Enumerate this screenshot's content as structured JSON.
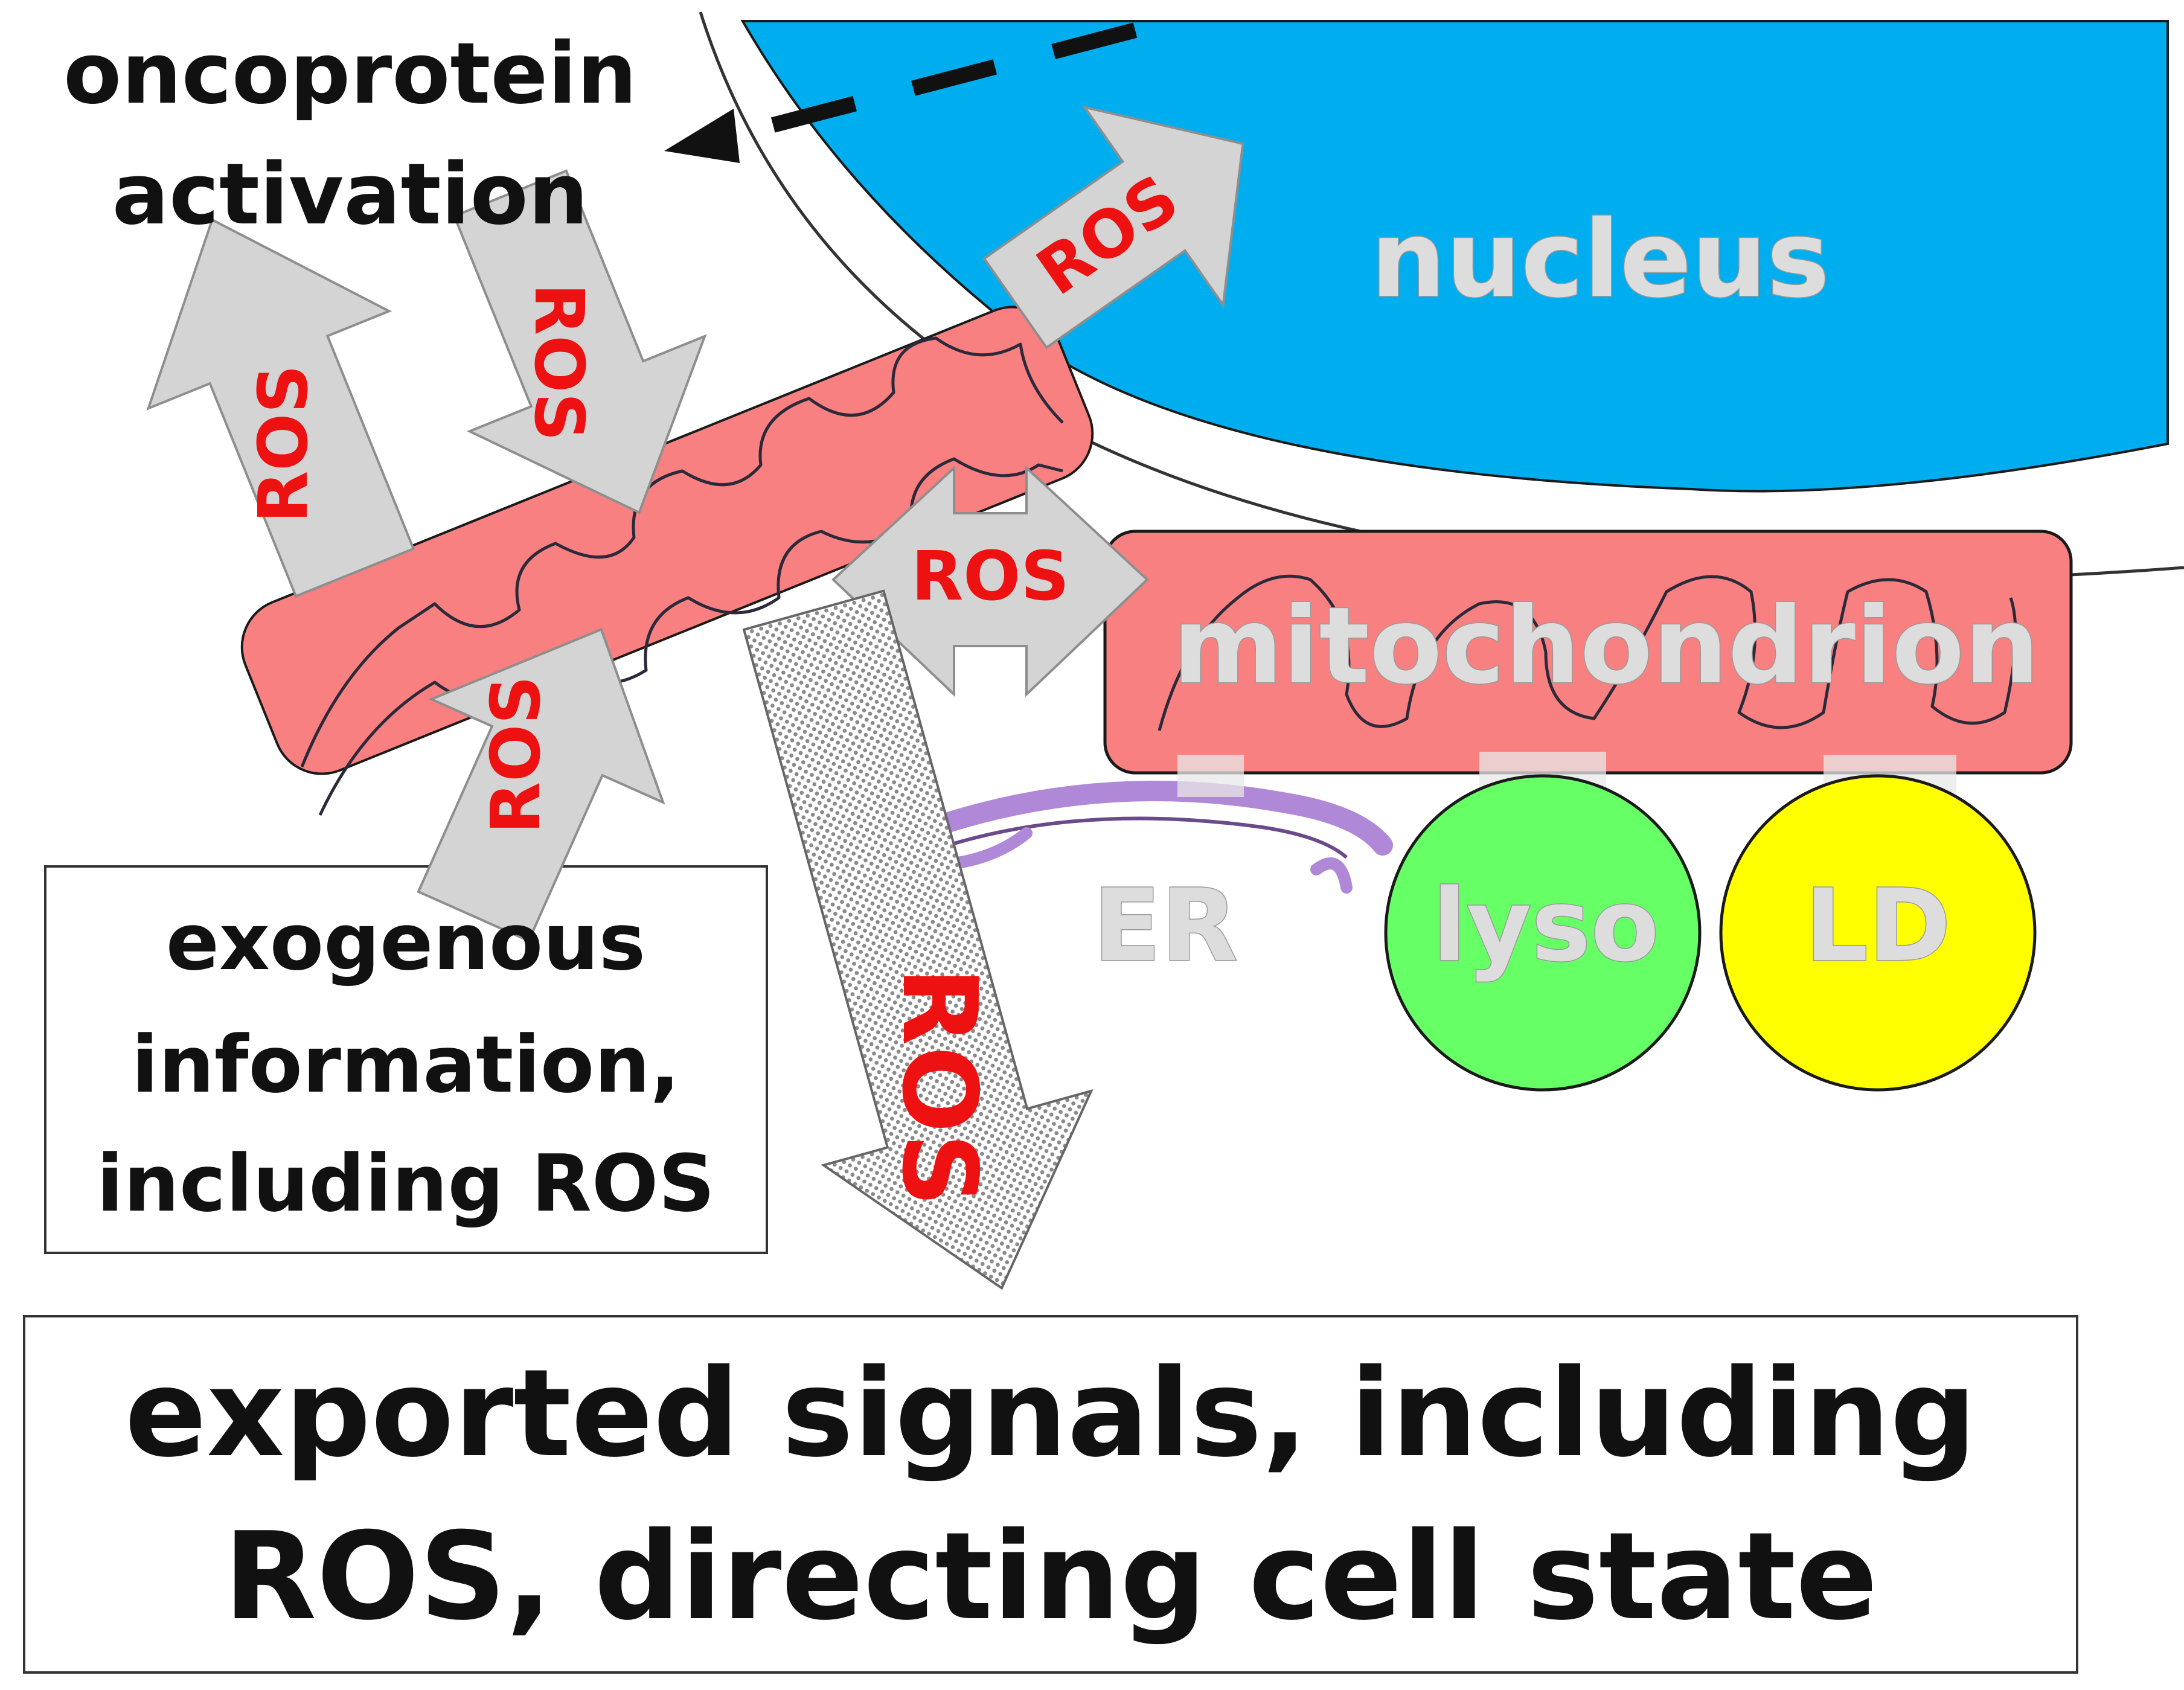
{
  "labels": {
    "oncoprotein_line1": "oncoprotein",
    "oncoprotein_line2": "activation",
    "nucleus": "nucleus",
    "mitochondrion": "mitochondrion",
    "er": "ER",
    "lyso": "lyso",
    "ld": "LD",
    "exogenous_line1": "exogenous",
    "exogenous_line2": "information,",
    "exogenous_line3": "including ROS",
    "exported_line1": "exported signals, including",
    "exported_line2": "ROS, directing cell state"
  },
  "ros_arrows": {
    "nucleus_arrow": "ROS",
    "up_left_arrow": "ROS",
    "down_arrow": "ROS",
    "lower_up_arrow": "ROS",
    "double_arrow": "ROS",
    "export_arrow": "ROS"
  },
  "colors": {
    "nucleus": "#00aeef",
    "mitochondrion": "#f88080",
    "er": "#b088d8",
    "lysosome": "#66ff66",
    "lipid_droplet": "#ffff00",
    "ros_text": "#ee1111",
    "arrow_fill": "#d4d4d4"
  }
}
